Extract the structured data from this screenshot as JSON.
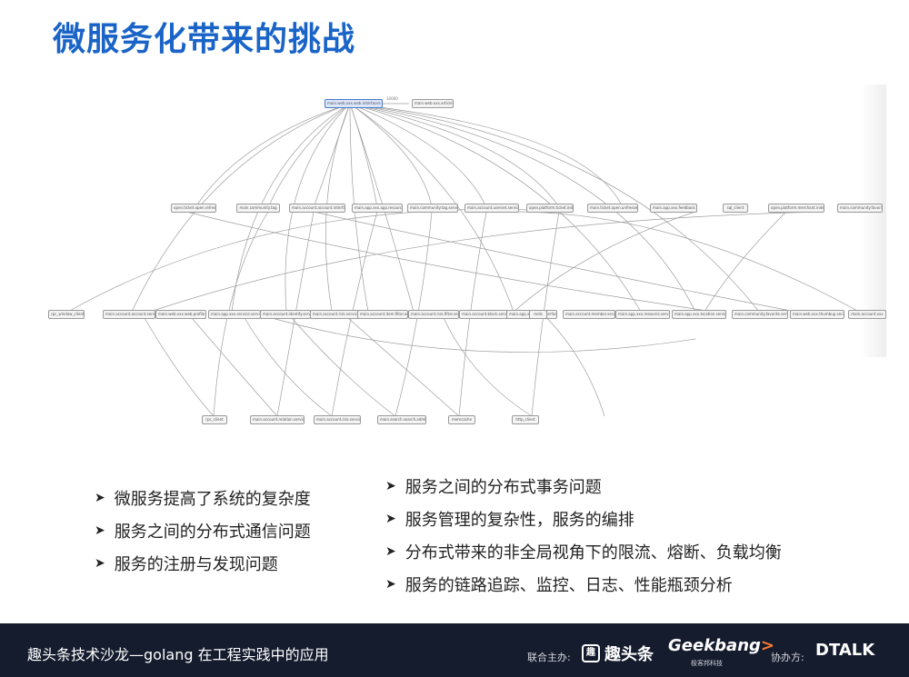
{
  "title": "微服务化带来的挑战",
  "graph": {
    "root": "main.web.xxx.web.interfaces",
    "edge_label": "10000",
    "row1": [
      "main.web.xxx.article"
    ],
    "row2": [
      "open.ticket.open.refresh",
      "main.community.tag",
      "main.account.account.interfaces",
      "main.app.xxx.app.resource",
      "main.community.tag.service",
      "main.account.userset.service",
      "open.platform.ticket.index",
      "main.ticket.open.unfreeze",
      "main.app.xxx.feedback",
      "sql_client",
      "open.platform.merchant.index",
      "main.community.favorite"
    ],
    "row3": [
      "rpc_window_client",
      "main.account.account.service",
      "main.web.xxx.web.profile.call",
      "main.app.xxx.service.service",
      "main.account.identify.service",
      "main.account.risk.service",
      "main.account.item.filter.service",
      "main.account.risk.filter.service",
      "main.account.black.service",
      "main.app.xxx.app.interface",
      "redis",
      "main.account.member.service",
      "main.app.xxx.resource.service",
      "main.app.xxx.location.service",
      "main.community.favorite.service",
      "main.web.xxx.thumbup.service",
      "main.account.xxx"
    ],
    "row4": [
      "rpc_client",
      "main.account.relation.service",
      "main.account.risk.service",
      "main.search.search.admin",
      "memcache",
      "http_client"
    ]
  },
  "left_bullets": [
    "微服务提高了系统的复杂度",
    "服务之间的分布式通信问题",
    "服务的注册与发现问题"
  ],
  "right_bullets": [
    "服务之间的分布式事务问题",
    "服务管理的复杂性，服务的编排",
    "分布式带来的非全局视角下的限流、熔断、负载均衡",
    "服务的链路追踪、监控、日志、性能瓶颈分析"
  ],
  "footer": {
    "subtitle": "趣头条技术沙龙—golang 在工程实践中的应用",
    "co_host_label": "联合主办:",
    "toutiao_icon": "趣",
    "toutiao": "趣头条",
    "geek_prefix": "Geek",
    "geek_suffix": "bang",
    "geek_mark": ">",
    "geek_sub": "极客邦科技",
    "assist_label": "协办方:",
    "dtalk": "DTALK"
  },
  "colors": {
    "title": "#1a64c8",
    "footer_bg": "#151c2e",
    "accent": "#ff7a2f"
  }
}
